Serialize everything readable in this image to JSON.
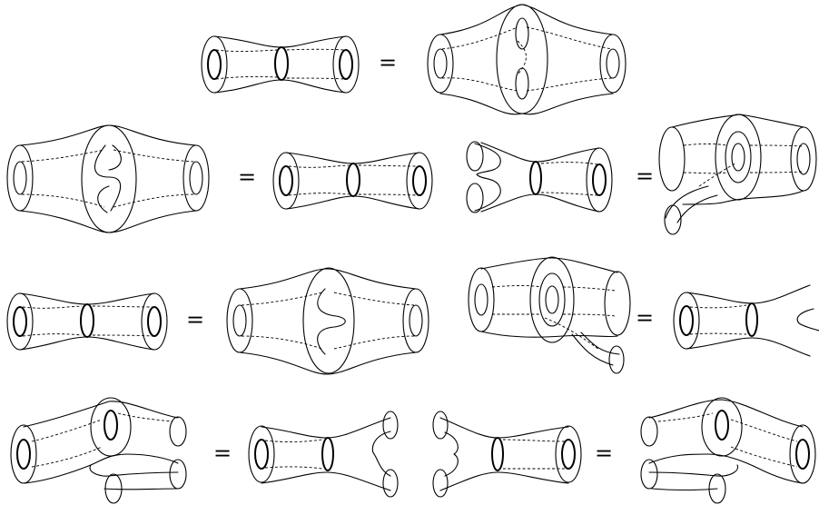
{
  "equations": [
    {
      "id": "row1",
      "symbol": "="
    },
    {
      "id": "row2-left",
      "symbol": "="
    },
    {
      "id": "row2-right",
      "symbol": "="
    },
    {
      "id": "row3-left",
      "symbol": "="
    },
    {
      "id": "row3-right",
      "symbol": "="
    },
    {
      "id": "row4-left",
      "symbol": "="
    },
    {
      "id": "row4-right",
      "symbol": "="
    }
  ]
}
